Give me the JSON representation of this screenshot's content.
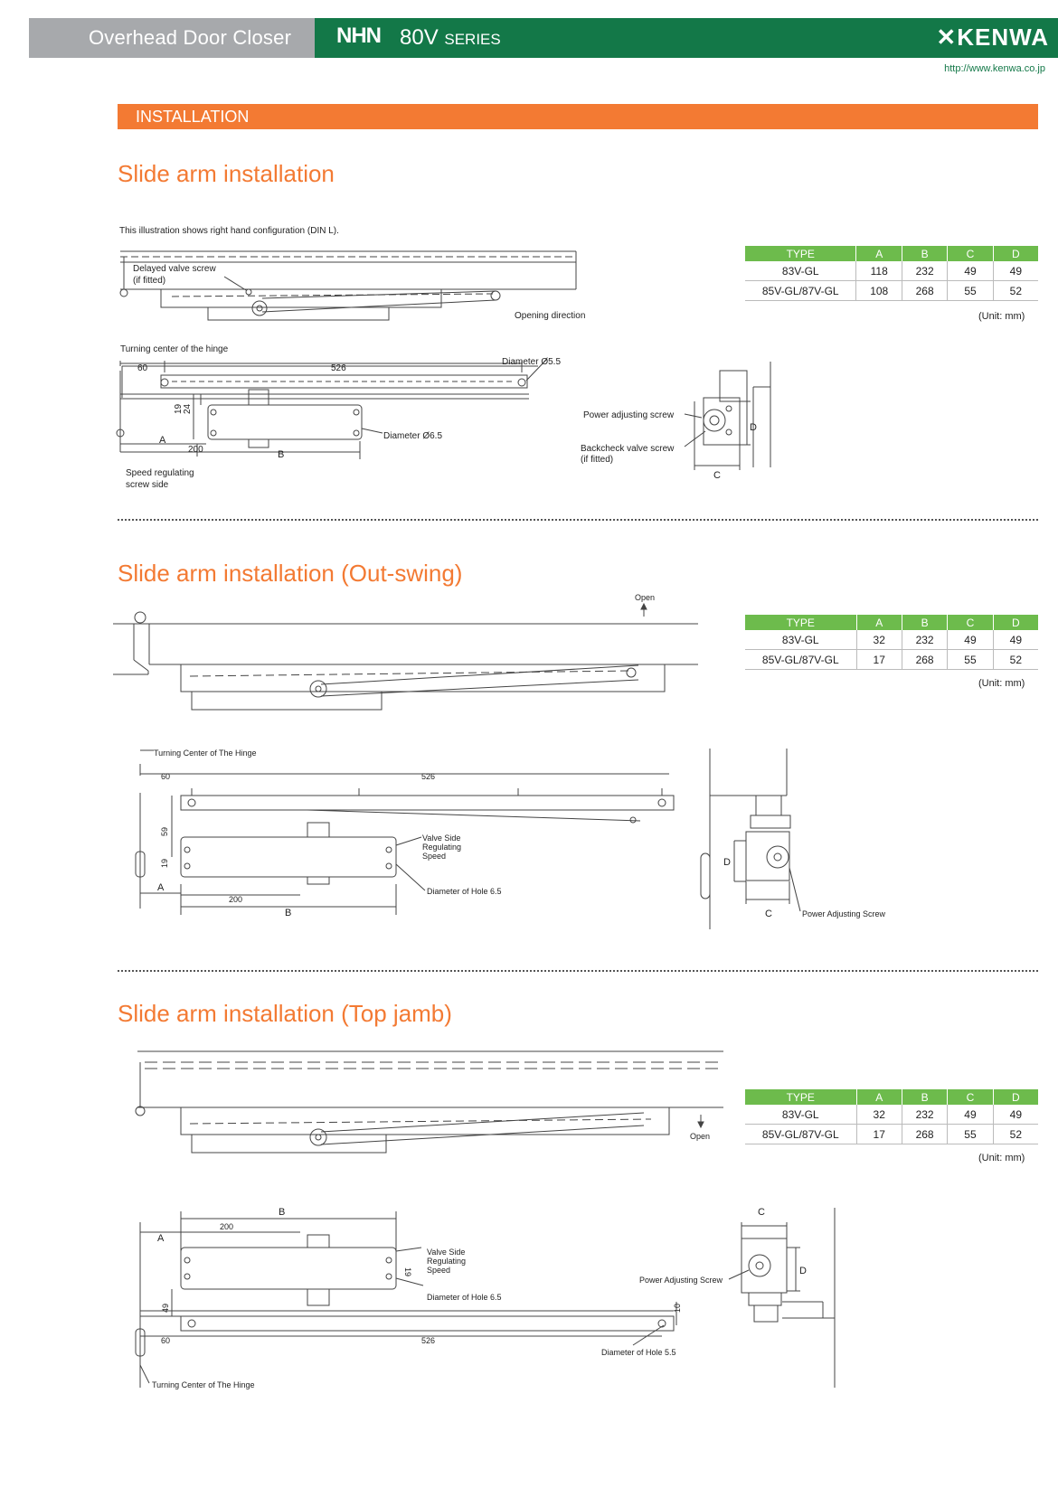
{
  "header": {
    "product": "Overhead Door Closer",
    "brand": "NHN",
    "series_number": "80V",
    "series_word": "SERIES",
    "logo": "KENWA",
    "url": "http://www.kenwa.co.jp"
  },
  "section_bar": "INSTALLATION",
  "sections": [
    {
      "title": "Slide arm installation",
      "note": "This illustration shows right hand configuration (DIN L).",
      "labels": {
        "delayed": "Delayed valve screw",
        "delayed_fit": "(if fitted)",
        "opening": "Opening direction",
        "turning": "Turning center of the hinge",
        "d60": "60",
        "d526": "526",
        "dia55": "Diameter Ø5.5",
        "d19": "19",
        "d24": "24",
        "dia65": "Diameter Ø6.5",
        "A": "A",
        "d200": "200",
        "B": "B",
        "speed": "Speed regulating",
        "speed2": "screw side",
        "power": "Power adjusting screw",
        "backcheck": "Backcheck valve screw",
        "backcheck_fit": "(if fitted)",
        "C": "C",
        "D": "D"
      },
      "table": {
        "headers": [
          "TYPE",
          "A",
          "B",
          "C",
          "D"
        ],
        "rows": [
          [
            "83V-GL",
            "118",
            "232",
            "49",
            "49"
          ],
          [
            "85V-GL/87V-GL",
            "108",
            "268",
            "55",
            "52"
          ]
        ],
        "unit": "(Unit: mm)"
      }
    },
    {
      "title": "Slide arm installation (Out-swing)",
      "labels": {
        "open": "Open",
        "turning": "Turning  Center of The Hinge",
        "d60": "60",
        "d526": "526",
        "d59": "59",
        "d19": "19",
        "A": "A",
        "d200": "200",
        "B": "B",
        "valve1": "Valve Side",
        "valve2": "Regulating",
        "valve3": "Speed",
        "hole65": "Diameter of Hole 6.5",
        "D": "D",
        "C": "C",
        "power": "Power Adjusting Screw"
      },
      "table": {
        "headers": [
          "TYPE",
          "A",
          "B",
          "C",
          "D"
        ],
        "rows": [
          [
            "83V-GL",
            "32",
            "232",
            "49",
            "49"
          ],
          [
            "85V-GL/87V-GL",
            "17",
            "268",
            "55",
            "52"
          ]
        ],
        "unit": "(Unit: mm)"
      }
    },
    {
      "title": "Slide arm installation (Top jamb)",
      "labels": {
        "open": "Open",
        "B": "B",
        "d200": "200",
        "A": "A",
        "valve1": "Valve Side",
        "valve2": "Regulating",
        "valve3": "Speed",
        "d19": "19",
        "hole65": "Diameter of Hole 6.5",
        "d49": "49",
        "d10": "10",
        "d60": "60",
        "d526": "526",
        "hole55": "Diameter of Hole 5.5",
        "turning": "Turning  Center of The Hinge",
        "C": "C",
        "D": "D",
        "power": "Power Adjusting Screw"
      },
      "table": {
        "headers": [
          "TYPE",
          "A",
          "B",
          "C",
          "D"
        ],
        "rows": [
          [
            "83V-GL",
            "32",
            "232",
            "49",
            "49"
          ],
          [
            "85V-GL/87V-GL",
            "17",
            "268",
            "55",
            "52"
          ]
        ],
        "unit": "(Unit: mm)"
      }
    }
  ]
}
